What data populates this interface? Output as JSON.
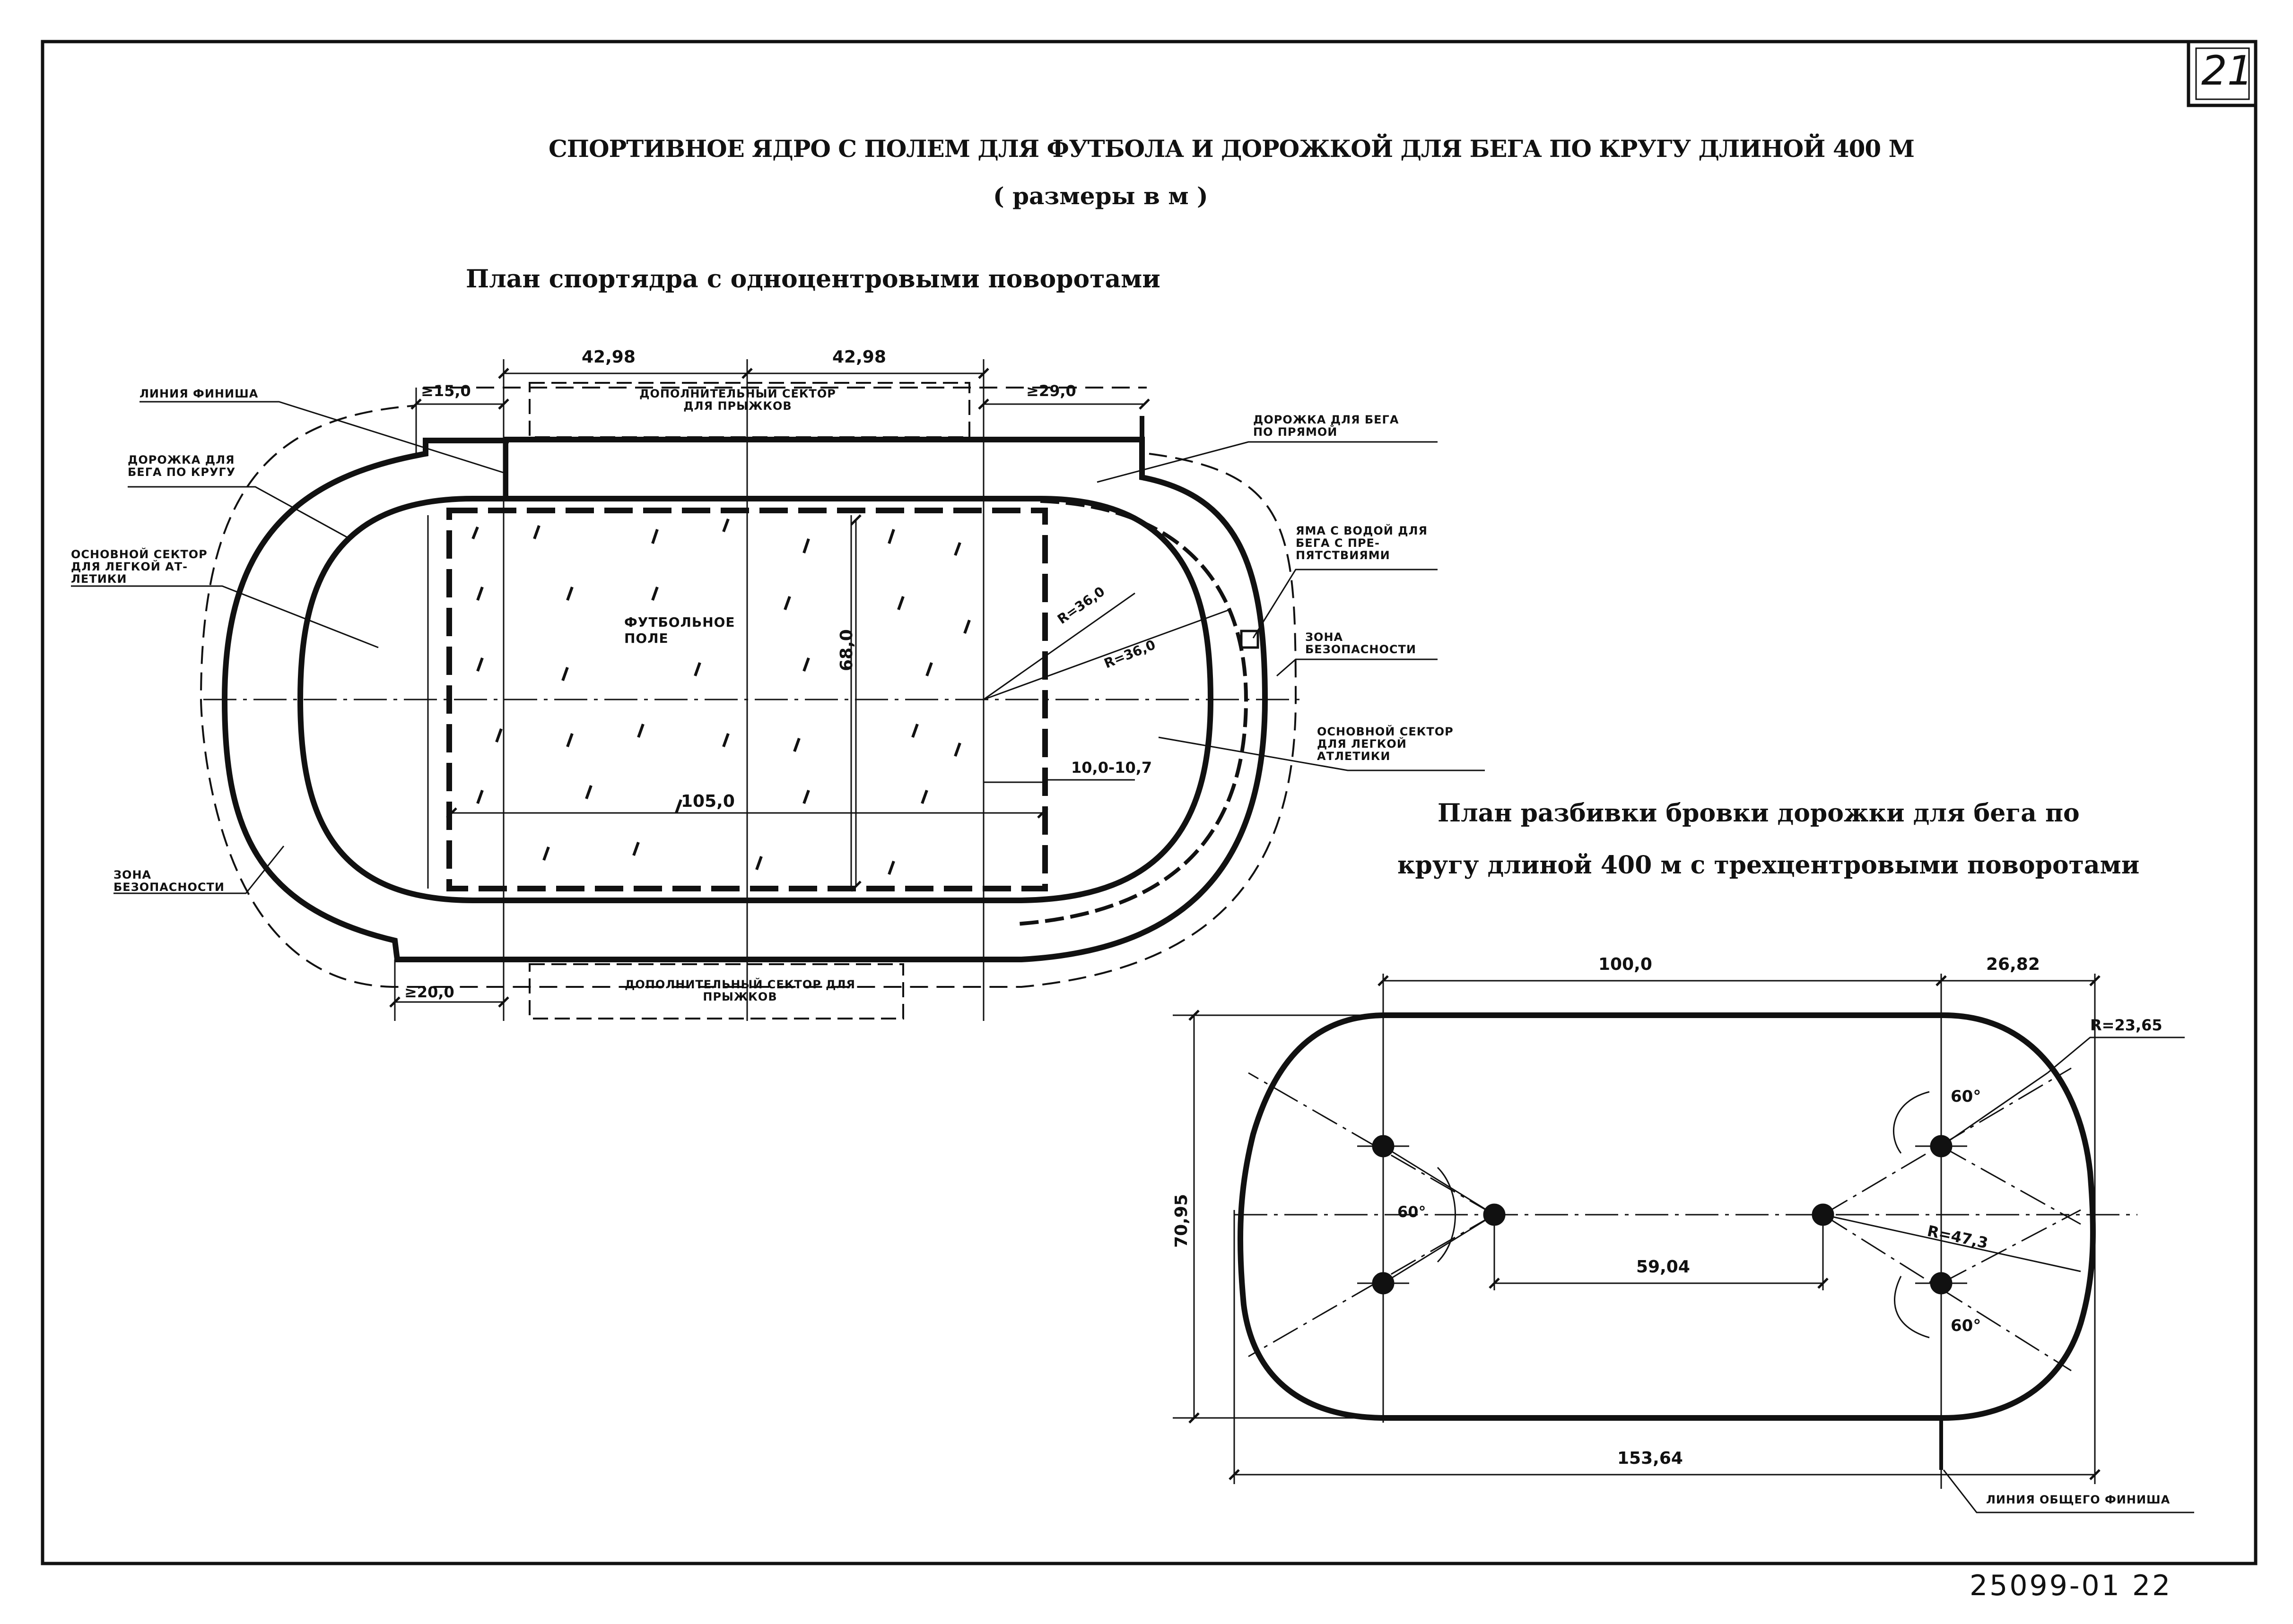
{
  "sheet": {
    "number": "21",
    "code": "25099-01 22"
  },
  "title": "СПОРТИВНОЕ ЯДРО С ПОЛЕМ ДЛЯ ФУТБОЛА И ДОРОЖКОЙ ДЛЯ БЕГА ПО КРУГУ ДЛИНОЙ 400 М",
  "title_units": "( размеры в м )",
  "plan1": {
    "title": "План спортядра с одноцентровыми поворотами",
    "labels": {
      "finish_line": "ЛИНИЯ ФИНИША",
      "track_loop": "ДОРОЖКА ДЛЯ БЕГА ПО КРУГУ",
      "main_sector_left": "ОСНОВНОЙ СЕКТОР ДЛЯ ЛЕГКОЙ АТ-ЛЕТИКИ",
      "safety_zone_left": "ЗОНА БЕЗОПАСНОСТИ",
      "extra_sector_top": "ДОПОЛНИТЕЛЬНЫЙ СЕКТОР ДЛЯ ПРЫЖКОВ",
      "extra_sector_bottom": "ДОПОЛНИТЕЛЬНЫЙ СЕКТОР ДЛЯ ПРЫЖКОВ",
      "track_straight": "ДОРОЖКА ДЛЯ БЕГА ПО ПРЯМОЙ",
      "water_pit": "ЯМА С ВОДОЙ ДЛЯ БЕГА С ПРЕ-ПЯТСТВИЯМИ",
      "safety_zone_right": "ЗОНА БЕЗОПАСНОСТИ",
      "main_sector_right": "ОСНОВНОЙ СЕКТОР ДЛЯ ЛЕГКОЙ АТЛЕТИКИ",
      "football_field": "ФУТБОЛЬНОЕ ПОЛЕ"
    },
    "dims": {
      "d1": "42,98",
      "d2": "42,98",
      "d_left_top": "≥15,0",
      "d_right_top": "≥29,0",
      "d_left_bottom": "≥20,0",
      "field_length": "105,0",
      "field_width": "68,0",
      "r_inner": "R=36,0",
      "r_outer": "R=36,0",
      "gap": "10,0-10,7"
    }
  },
  "plan2": {
    "title_line1": "План разбивки бровки дорожки для бега по",
    "title_line2": "кругу длиной 400 м с трехцентровыми поворотами",
    "dims": {
      "straight": "100,0",
      "end_offset": "26,82",
      "radius_small": "R=23,65",
      "radius_large": "R=47,3",
      "height": "70,95",
      "centers": "59,04",
      "total_length": "153,64",
      "angle_left": "60°",
      "angle_right_top": "60°",
      "angle_right_bottom": "60°"
    },
    "labels": {
      "common_finish": "ЛИНИЯ ОБЩЕГО ФИНИША"
    }
  }
}
